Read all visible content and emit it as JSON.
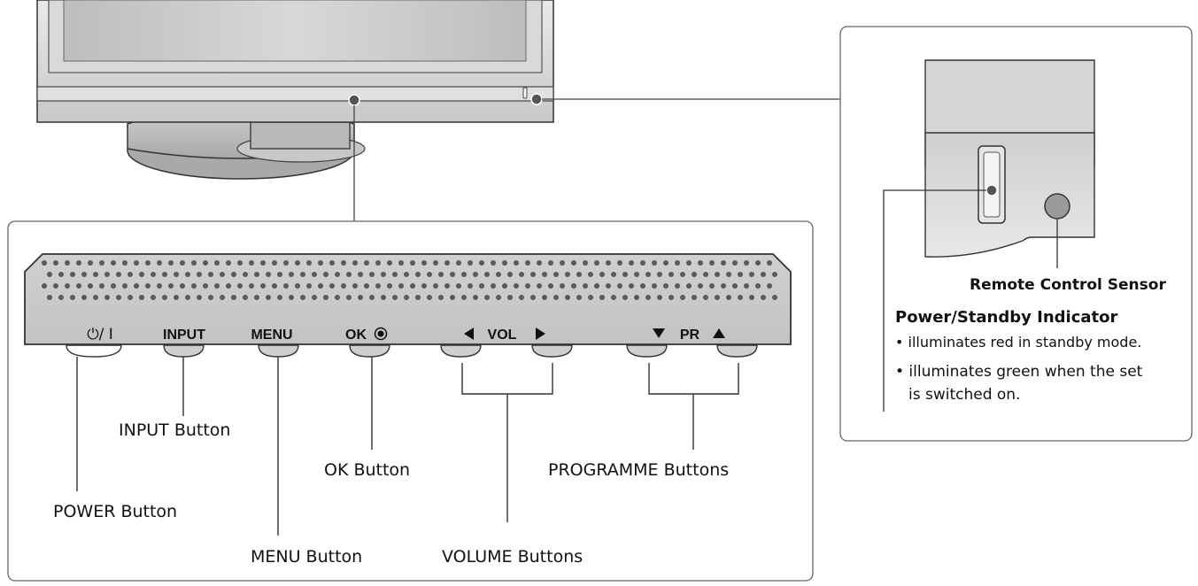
{
  "panel": {
    "power_key": "⏻/ I",
    "input_key": "INPUT",
    "menu_key": "MENU",
    "ok_key": "OK",
    "vol_key": "VOL",
    "pr_key": "PR"
  },
  "callouts": {
    "power": "POWER Button",
    "input": "INPUT Button",
    "ok": "OK Button",
    "menu": "MENU Button",
    "volume": "VOLUME Buttons",
    "programme": "PROGRAMME Buttons"
  },
  "detail": {
    "sensor": "Remote Control Sensor",
    "indicator_title": "Power/Standby Indicator",
    "bullets": [
      "• illuminates red in standby mode.",
      "• illuminates green when the set",
      "is switched on."
    ]
  }
}
